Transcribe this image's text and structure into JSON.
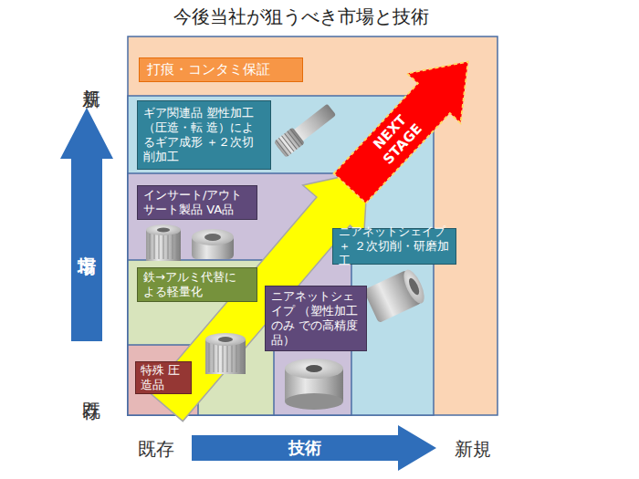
{
  "diagram": {
    "title": "今後当社が狙うべき市場と技術",
    "nodes": [
      {
        "text": [
          "打痕・コンタミ保証"
        ]
      },
      {
        "text": [
          "NEXT STAGE"
        ]
      },
      {
        "text": [
          "ギア関連品 塑性加工（圧造・転 造）によるギア成形 ＋２次切削加工"
        ]
      },
      {
        "text": [
          "インサート/アウト サート製品 VA品"
        ]
      },
      {
        "text": [
          "ニアネットシェイプ＋ ２次切削・研磨加工"
        ]
      },
      {
        "text": [
          "鉄→アルミ代替に よる軽量化"
        ]
      },
      {
        "text": [
          "ニアネットシェ イプ （塑性加工のみ での高精度品）"
        ]
      },
      {
        "text": [
          "特殊 圧造品"
        ]
      },
      {
        "text": [
          "市場"
        ]
      },
      {
        "text": [
          "技術"
        ]
      }
    ],
    "labels": [
      "新規",
      "既存",
      "既存",
      "新規"
    ]
  }
}
